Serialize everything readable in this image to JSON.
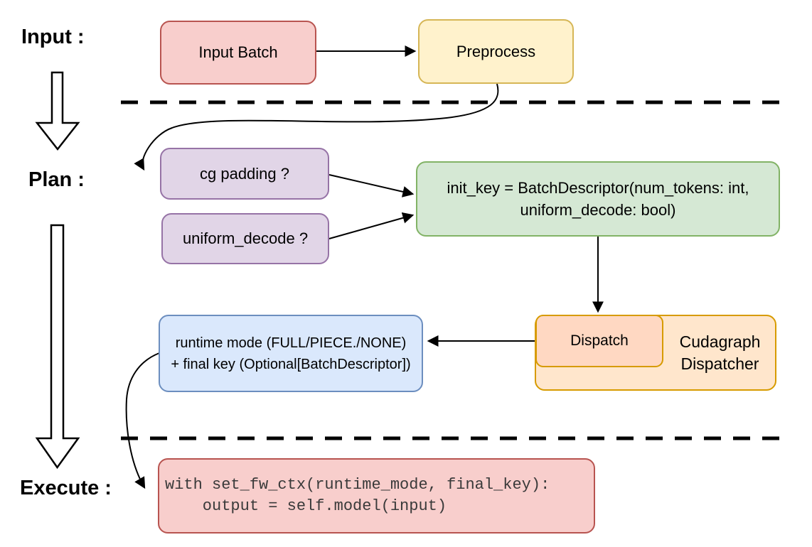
{
  "diagram": {
    "labels": {
      "input": "Input :",
      "plan": "Plan :",
      "execute": "Execute :"
    },
    "nodes": {
      "input_batch": {
        "label": "Input Batch",
        "fill": "#f8cecc",
        "border": "#b85450"
      },
      "preprocess": {
        "label": "Preprocess",
        "fill": "#fff2cc",
        "border": "#d6b656"
      },
      "cg_padding": {
        "label": "cg padding ?",
        "fill": "#e1d5e7",
        "border": "#9673a6"
      },
      "uniform_decode": {
        "label": "uniform_decode ?",
        "fill": "#e1d5e7",
        "border": "#9673a6"
      },
      "init_key": {
        "line1": "init_key = BatchDescriptor(num_tokens: int,",
        "line2": "uniform_decode: bool)",
        "fill": "#d5e8d4",
        "border": "#82b366"
      },
      "dispatch": {
        "label": "Dispatch",
        "fill": "#ffd8c2",
        "border": "#d79b00"
      },
      "cudagraph_dispatcher": {
        "line1": "Cudagraph",
        "line2": "Dispatcher",
        "fill": "#ffe6cc",
        "border": "#d79b00"
      },
      "runtime_result": {
        "line1": "runtime mode (FULL/PIECE./NONE)",
        "line2": "+ final key (Optional[BatchDescriptor])",
        "fill": "#dae8fc",
        "border": "#6c8ebf"
      },
      "execute_code": {
        "line1": "with set_fw_ctx(runtime_mode, final_key):",
        "line2": "    output = self.model(input)",
        "fill": "#f8cecc",
        "border": "#b85450"
      }
    },
    "wire_color": "#000000"
  }
}
